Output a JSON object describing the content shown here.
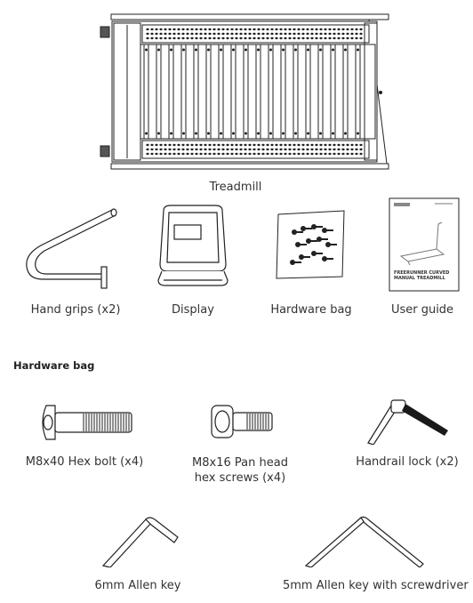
{
  "contents": {
    "treadmill_label": "Treadmill",
    "items": [
      {
        "id": "hand-grips",
        "label": "Hand grips (x2)"
      },
      {
        "id": "display",
        "label": "Display"
      },
      {
        "id": "hardware-bag",
        "label": "Hardware bag"
      },
      {
        "id": "user-guide",
        "label": "User guide"
      }
    ]
  },
  "user_guide_cover": {
    "badge": "",
    "title_line1": "FREERUNNER CURVED",
    "title_line2": "MANUAL TREADMILL"
  },
  "hardware_section": {
    "heading": "Hardware bag",
    "parts": [
      {
        "id": "hex-bolt",
        "label": "M8x40 Hex bolt (x4)"
      },
      {
        "id": "pan-head-screws",
        "label_line1": "M8x16 Pan head",
        "label_line2": "hex screws (x4)"
      },
      {
        "id": "handrail-lock",
        "label": "Handrail lock (x2)"
      },
      {
        "id": "allen-key-6mm",
        "label": "6mm Allen key"
      },
      {
        "id": "allen-key-5mm",
        "label": "5mm Allen key with screwdriver"
      }
    ]
  }
}
